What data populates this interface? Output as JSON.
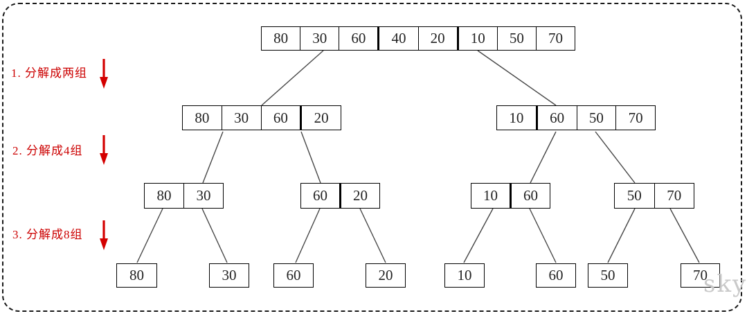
{
  "steps": [
    {
      "label": "1. 分解成两组"
    },
    {
      "label": "2. 分解成4组"
    },
    {
      "label": "3. 分解成8组"
    }
  ],
  "watermark": "sky",
  "colors": {
    "step_label": "#cc0000",
    "arrow": "#d40000",
    "box_border": "#000000",
    "connector": "#474747",
    "watermark": "#c9c9c9"
  },
  "tree": {
    "description_visible_values_only": true,
    "levels": [
      {
        "name": "level-1-original-array",
        "groups": [
          {
            "cells": [
              "80",
              "30",
              "60",
              "40",
              "20",
              "10",
              "50",
              "70"
            ],
            "thick_dividers_after_index": [
              2,
              4
            ]
          }
        ]
      },
      {
        "name": "level-2-two-groups",
        "groups": [
          {
            "cells": [
              "80",
              "30",
              "60",
              "20"
            ],
            "thick_dividers_after_index": [
              2
            ]
          },
          {
            "cells": [
              "10",
              "60",
              "50",
              "70"
            ],
            "thick_dividers_after_index": [
              0
            ]
          }
        ]
      },
      {
        "name": "level-3-four-groups",
        "groups": [
          {
            "cells": [
              "80",
              "30"
            ],
            "thick_dividers_after_index": []
          },
          {
            "cells": [
              "60",
              "20"
            ],
            "thick_dividers_after_index": [
              0
            ]
          },
          {
            "cells": [
              "10",
              "60"
            ],
            "thick_dividers_after_index": [
              0
            ]
          },
          {
            "cells": [
              "50",
              "70"
            ],
            "thick_dividers_after_index": []
          }
        ]
      },
      {
        "name": "level-4-eight-groups",
        "groups": [
          {
            "cells": [
              "80"
            ]
          },
          {
            "cells": [
              "30"
            ]
          },
          {
            "cells": [
              "60"
            ]
          },
          {
            "cells": [
              "20"
            ]
          },
          {
            "cells": [
              "10"
            ]
          },
          {
            "cells": [
              "60"
            ]
          },
          {
            "cells": [
              "50"
            ]
          },
          {
            "cells": [
              "70"
            ]
          }
        ]
      }
    ]
  }
}
